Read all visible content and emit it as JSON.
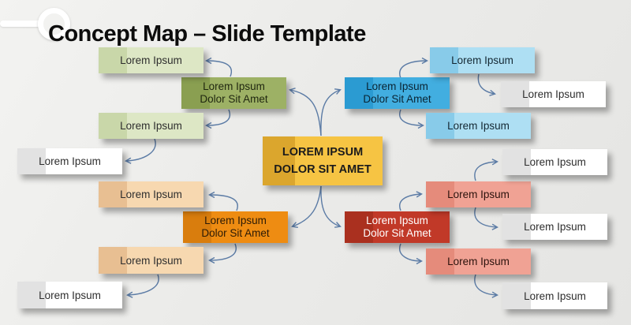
{
  "title": "Concept Map – Slide Template",
  "center": {
    "line1": "LOREM IPSUM",
    "line2": "DOLOR SIT AMET"
  },
  "branches": {
    "green": {
      "line1": "Lorem Ipsum",
      "line2": "Dolor Sit Amet"
    },
    "blue": {
      "line1": "Lorem Ipsum",
      "line2": "Dolor Sit Amet"
    },
    "orange": {
      "line1": "Lorem Ipsum",
      "line2": "Dolor Sit Amet"
    },
    "red": {
      "line1": "Lorem Ipsum",
      "line2": "Dolor Sit Amet"
    }
  },
  "leaves": {
    "green_top": "Lorem Ipsum",
    "green_bottom": "Lorem Ipsum",
    "green_sub": "Lorem Ipsum",
    "orange_top": "Lorem Ipsum",
    "orange_bottom": "Lorem Ipsum",
    "orange_sub": "Lorem Ipsum",
    "blue_top": "Lorem Ipsum",
    "blue_sub": "Lorem Ipsum",
    "blue_bottom": "Lorem Ipsum",
    "red_top": "Lorem Ipsum",
    "red_top_sub1": "Lorem Ipsum",
    "red_top_sub2": "Lorem Ipsum",
    "red_bottom": "Lorem Ipsum",
    "red_bottom_sub": "Lorem Ipsum"
  },
  "palette": {
    "background": "#EBEBE9",
    "connector": "#5B7BA5",
    "center_fill": "#F6C443",
    "green_branch_fill": "#9DB165",
    "blue_branch_fill": "#42AEE0",
    "orange_branch_fill": "#EE8C12",
    "red_branch_fill": "#C13928",
    "green_leaf_fill": "#DDE7C5",
    "blue_leaf_fill": "#AEDFF3",
    "orange_leaf_fill": "#F7D8B0",
    "red_leaf_fill": "#F0A294",
    "white_leaf_fill": "#FFFFFF"
  },
  "edges": [
    {
      "from": "center",
      "to": "branch-green"
    },
    {
      "from": "center",
      "to": "branch-blue"
    },
    {
      "from": "center",
      "to": "branch-orange"
    },
    {
      "from": "center",
      "to": "branch-red"
    },
    {
      "from": "branch-green",
      "to": "leaf-green-top"
    },
    {
      "from": "branch-green",
      "to": "leaf-green-bottom"
    },
    {
      "from": "leaf-green-bottom",
      "to": "leaf-green-sub"
    },
    {
      "from": "branch-orange",
      "to": "leaf-orange-top"
    },
    {
      "from": "branch-orange",
      "to": "leaf-orange-bottom"
    },
    {
      "from": "leaf-orange-bottom",
      "to": "leaf-orange-sub"
    },
    {
      "from": "branch-blue",
      "to": "leaf-blue-top"
    },
    {
      "from": "branch-blue",
      "to": "leaf-blue-bottom"
    },
    {
      "from": "leaf-blue-top",
      "to": "leaf-blue-sub"
    },
    {
      "from": "branch-red",
      "to": "leaf-red-top"
    },
    {
      "from": "branch-red",
      "to": "leaf-red-bottom"
    },
    {
      "from": "leaf-red-top",
      "to": "leaf-red-top-sub1"
    },
    {
      "from": "leaf-red-top",
      "to": "leaf-red-top-sub2"
    },
    {
      "from": "leaf-red-bottom",
      "to": "leaf-red-bottom-sub"
    }
  ]
}
